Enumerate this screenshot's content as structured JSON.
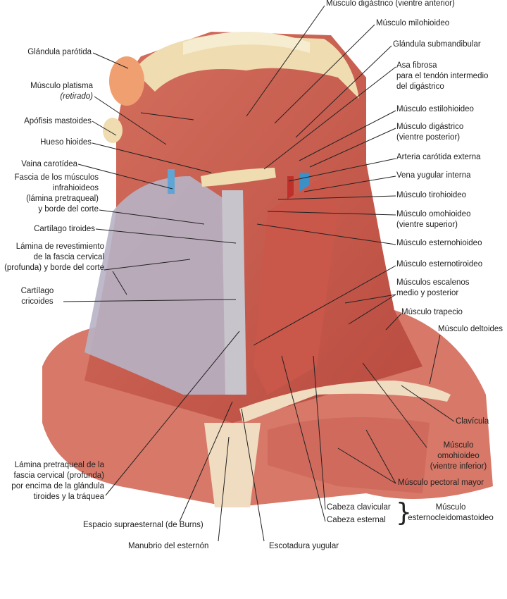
{
  "figure": {
    "left_labels": {
      "parotid": "Glándula parótida",
      "platysma": "Músculo platisma",
      "platysma_note": "(retirado)",
      "mastoid": "Apófisis mastoides",
      "hyoid": "Hueso hioides",
      "carotid_sheath": "Vaina carotídea",
      "infrahyoid_fascia": [
        "Fascia de los músculos",
        "infrahioideos",
        "(lámina pretraqueal)",
        "y borde del corte"
      ],
      "thyroid_cartilage": "Cartílago tiroides",
      "investing_layer": [
        "Lámina de revestimiento",
        "de la fascia cervical",
        "(profunda) y borde del corte"
      ],
      "cricoid": [
        "Cartílago",
        "cricoides"
      ],
      "pretracheal_layer": [
        "Lámina pretraqueal de la",
        "fascia cervical (profunda)",
        "por encima de la glándula",
        "tiroides y la tráquea"
      ]
    },
    "bottom_labels": {
      "suprasternal_space": "Espacio supraesternal (de Burns)",
      "manubrium": "Manubrio del esternón",
      "jugular_notch": "Escotadura yugular"
    },
    "right_labels": {
      "digastric_anterior": "Músculo digástrico (vientre anterior)",
      "mylohyoid": "Músculo milohioideo",
      "submandibular": "Glándula submandibular",
      "fibrous_loop": [
        "Asa fibrosa",
        "para el tendón intermedio",
        "del digástrico"
      ],
      "stylohyoid": "Músculo estilohioideo",
      "digastric_posterior": [
        "Músculo digástrico",
        "(vientre posterior)"
      ],
      "external_carotid": "Arteria carótida externa",
      "internal_jugular": "Vena yugular interna",
      "thyrohyoid": "Músculo tirohioideo",
      "omohyoid_superior": [
        "Músculo omohioideo",
        "(vientre superior)"
      ],
      "sternohyoid": "Músculo esternohioideo",
      "sternothyroid": "Músculo esternotiroideo",
      "scalenes": [
        "Músculos escalenos",
        "medio y posterior"
      ],
      "trapezius": "Músculo trapecio",
      "deltoid": "Músculo deltoides",
      "clavicle": "Clavícula",
      "omohyoid_inferior": [
        "Músculo",
        "omohioideo",
        "(vientre inferior)"
      ],
      "pectoralis": "Músculo pectoral mayor",
      "clavicular_head": "Cabeza clavicular",
      "sternal_head": "Cabeza esternal",
      "scm": [
        "Músculo",
        "esternocleidomastoideo"
      ]
    },
    "colors": {
      "muscle": "#c9574a",
      "muscle_light": "#e08a78",
      "fascia": "#b8b4c4",
      "bone": "#efdcb0",
      "vein": "#3d8fc7",
      "artery": "#c0302a"
    }
  }
}
